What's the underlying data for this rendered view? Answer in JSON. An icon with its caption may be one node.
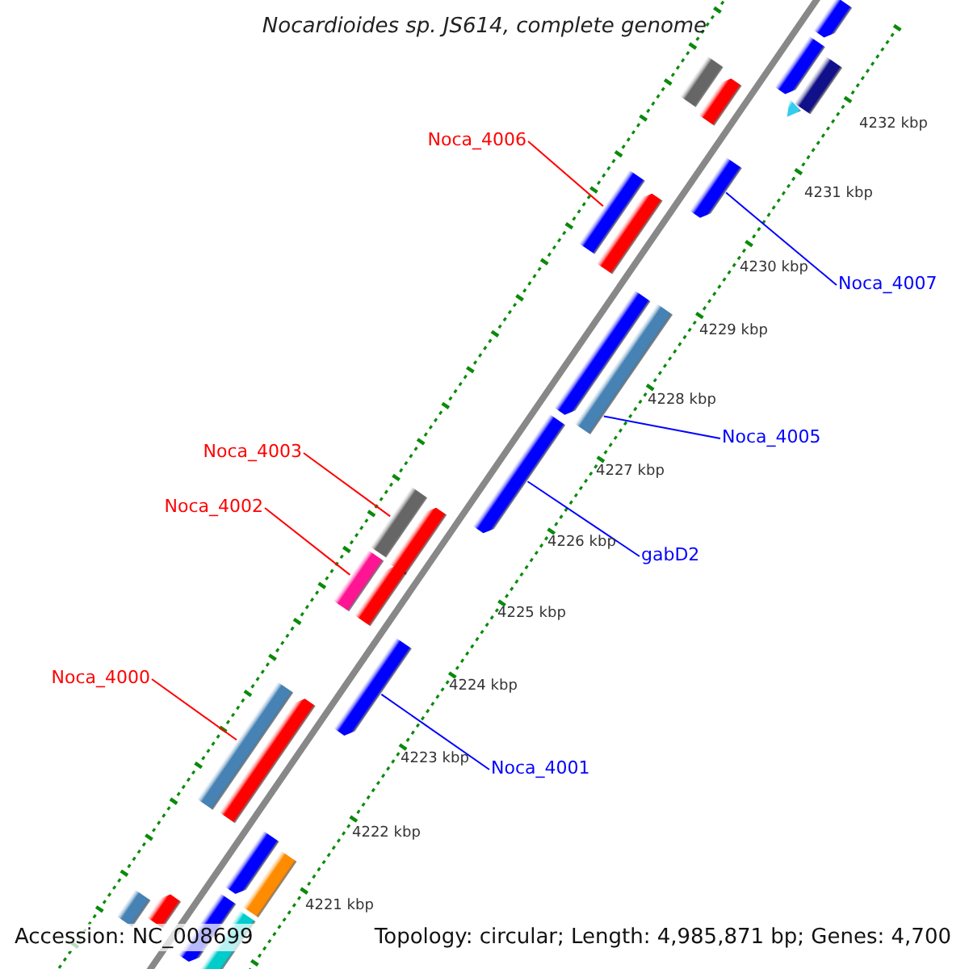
{
  "diagram": {
    "title": "Nocardioides sp. JS614, complete genome",
    "nodes": [
      {
        "text": [
          "Noca_4006"
        ]
      },
      {
        "text": [
          "Noca_4007"
        ]
      },
      {
        "text": [
          "Noca_4005"
        ]
      },
      {
        "text": [
          "Noca_4003"
        ]
      },
      {
        "text": [
          "Noca_4002"
        ]
      },
      {
        "text": [
          "gabD2"
        ]
      },
      {
        "text": [
          "Noca_4000"
        ]
      },
      {
        "text": [
          "Noca_4001"
        ]
      },
      {
        "text": [],
        "shape": "pentagon"
      },
      {
        "text": [],
        "shape": "pentagon"
      },
      {
        "text": [],
        "shape": "box"
      },
      {
        "text": [],
        "shape": "triangle"
      },
      {
        "text": [],
        "shape": "box"
      },
      {
        "text": [],
        "shape": "pentagon"
      },
      {
        "text": [],
        "shape": "pentagon"
      },
      {
        "text": [],
        "shape": "box"
      },
      {
        "text": [],
        "shape": "pentagon"
      },
      {
        "text": [],
        "shape": "pentagon"
      },
      {
        "text": [],
        "shape": "box"
      },
      {
        "text": [],
        "shape": "pentagon"
      },
      {
        "text": [],
        "shape": "box"
      },
      {
        "text": [],
        "shape": "pentagon"
      },
      {
        "text": [],
        "shape": "pentagon"
      },
      {
        "text": [],
        "shape": "box"
      },
      {
        "text": [],
        "shape": "pentagon"
      },
      {
        "text": [],
        "shape": "pentagon"
      },
      {
        "text": [],
        "shape": "box"
      },
      {
        "text": [],
        "shape": "pentagon"
      },
      {
        "text": [],
        "shape": "box"
      },
      {
        "text": [],
        "shape": "pentagon"
      },
      {
        "text": [],
        "shape": "box"
      },
      {
        "text": [],
        "shape": "pentagon"
      },
      {
        "text": [],
        "shape": "box"
      }
    ],
    "edges": [
      {
        "from": 0,
        "to": 15,
        "arrow": "none",
        "color": "#ff0000"
      },
      {
        "from": 1,
        "to": 14,
        "arrow": "none",
        "color": "#0000ff"
      },
      {
        "from": 2,
        "to": 18,
        "arrow": "none",
        "color": "#0000ff"
      },
      {
        "from": 3,
        "to": 20,
        "arrow": "none",
        "color": "#ff0000"
      },
      {
        "from": 4,
        "to": 23,
        "arrow": "none",
        "color": "#ff0000"
      },
      {
        "from": 5,
        "to": 19,
        "arrow": "none",
        "color": "#0000ff"
      },
      {
        "from": 6,
        "to": 26,
        "arrow": "none",
        "color": "#ff0000"
      },
      {
        "from": 7,
        "to": 24,
        "arrow": "none",
        "color": "#0000ff"
      }
    ],
    "labels": [
      "4232 kbp",
      "4231 kbp",
      "4230 kbp",
      "4229 kbp",
      "4228 kbp",
      "4227 kbp",
      "4226 kbp",
      "4225 kbp",
      "4224 kbp",
      "4223 kbp",
      "4222 kbp",
      "4221 kbp",
      "Accession: NC_008699",
      "Topology: circular; Length: 4,985,871 bp; Genes: 4,700"
    ]
  }
}
